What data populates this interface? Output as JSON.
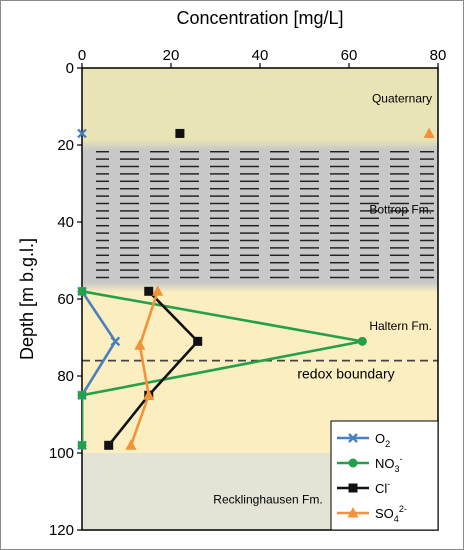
{
  "chart_data": {
    "type": "line",
    "title": "",
    "xlabel": "Concentration [mg/L]",
    "ylabel": "Depth [m b.g.l.]",
    "xlim": [
      0,
      80
    ],
    "ylim": [
      0,
      120
    ],
    "x_ticks": [
      "0",
      "20",
      "40",
      "60",
      "80"
    ],
    "y_ticks": [
      "0",
      "20",
      "40",
      "60",
      "80",
      "100",
      "120"
    ],
    "x_axis_position": "top",
    "y_axis_inverted": true,
    "grid": false,
    "legend_position": "bottom-right",
    "layers": [
      {
        "name": "Quaternary",
        "top": 0,
        "bottom": 20,
        "color": "#e8e4b6",
        "pattern": "none"
      },
      {
        "name": "Bottrop Fm.",
        "top": 20,
        "bottom": 57,
        "color": "#c8c8c8",
        "pattern": "dashes"
      },
      {
        "name": "Haltern Fm.",
        "top": 57,
        "bottom": 100,
        "color": "#fbeec1",
        "pattern": "none"
      },
      {
        "name": "Recklinghausen Fm.",
        "top": 100,
        "bottom": 120,
        "color": "#e4e4d6",
        "pattern": "none"
      }
    ],
    "annotations": [
      {
        "text": "redox boundary",
        "depth": 76
      }
    ],
    "series": [
      {
        "name": "O2",
        "label_main": "O",
        "label_sub": "2",
        "label_sup": "",
        "color": "#4a7fc0",
        "marker": "x",
        "points": [
          [
            0,
            17
          ],
          [
            0,
            58
          ],
          [
            7.5,
            71
          ],
          [
            0,
            85
          ],
          [
            0,
            98
          ]
        ]
      },
      {
        "name": "NO3-",
        "label_main": "NO",
        "label_sub": "3",
        "label_sup": "-",
        "color": "#25a04a",
        "marker": "circle",
        "points": [
          [
            0,
            58
          ],
          [
            63,
            71
          ],
          [
            0,
            85
          ],
          [
            0,
            98
          ]
        ]
      },
      {
        "name": "Cl-",
        "label_main": "Cl",
        "label_sub": "",
        "label_sup": "-",
        "color": "#111111",
        "marker": "square",
        "points": [
          [
            22,
            17
          ],
          [
            15,
            58
          ],
          [
            26,
            71
          ],
          [
            15,
            85
          ],
          [
            6,
            98
          ]
        ]
      },
      {
        "name": "SO4 2-",
        "label_main": "SO",
        "label_sub": "4",
        "label_sup": "2-",
        "color": "#f39237",
        "marker": "triangle",
        "points": [
          [
            78,
            17
          ],
          [
            17,
            58
          ],
          [
            13,
            72
          ],
          [
            15,
            85
          ],
          [
            11,
            98
          ]
        ]
      }
    ]
  }
}
